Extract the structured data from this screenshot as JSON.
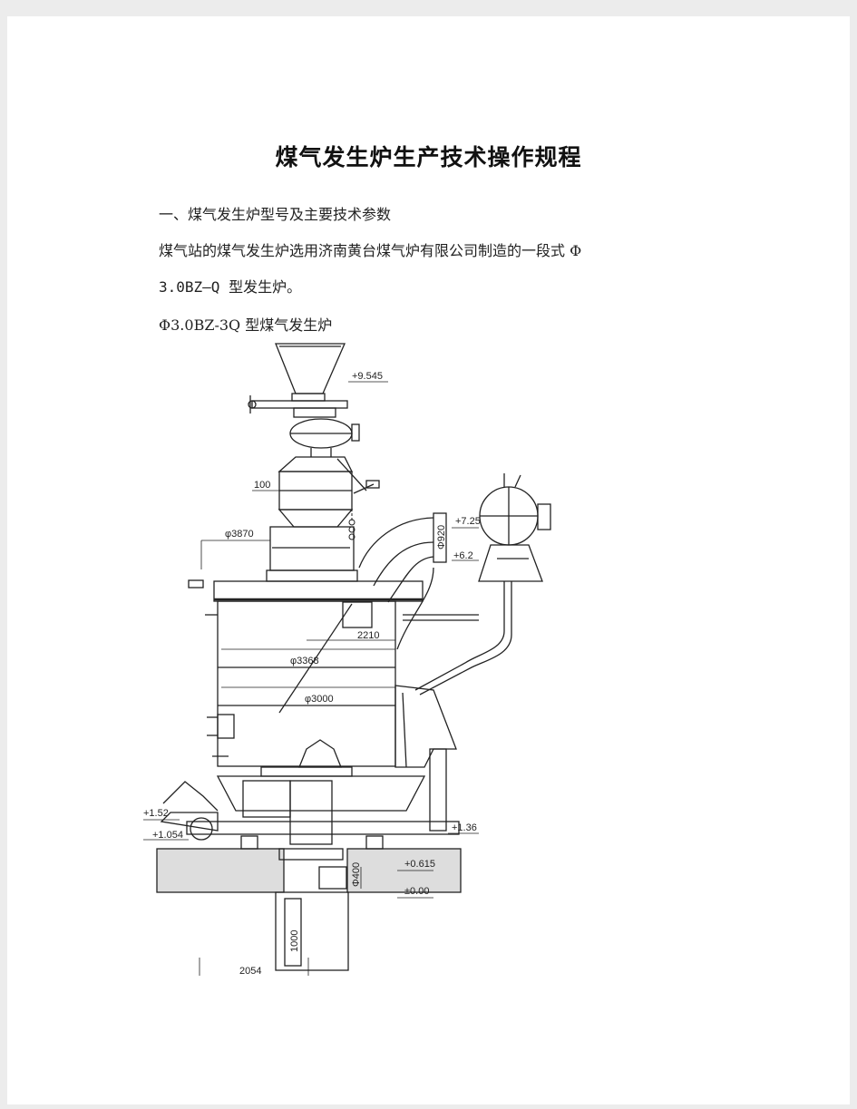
{
  "document": {
    "title": "煤气发生炉生产技术操作规程",
    "section_heading": "一、煤气发生炉型号及主要技术参数",
    "paragraph_line1": "煤气站的煤气发生炉选用济南黄台煤气炉有限公司制造的一段式 Φ",
    "paragraph_line2": "3.0BZ—Q 型发生炉。",
    "figure_caption": "Φ3.0BZ-3Q 型煤气发生炉"
  },
  "drawing_labels": {
    "elev_top": "+9.545",
    "dim_100": "100",
    "dia_3870": "φ3870",
    "dia_920": "Φ920",
    "elev_725": "+7.25",
    "elev_62": "+6.2",
    "dim_2210": "2210",
    "dia_3368": "φ3368",
    "dia_3000": "φ3000",
    "elev_152": "+1.52",
    "elev_1054": "+1.054",
    "elev_136": "+1.36",
    "elev_0615": "+0.615",
    "elev_000": "±0.00",
    "dia_400": "Φ400",
    "dim_1000": "1000",
    "dim_2054": "2054"
  }
}
